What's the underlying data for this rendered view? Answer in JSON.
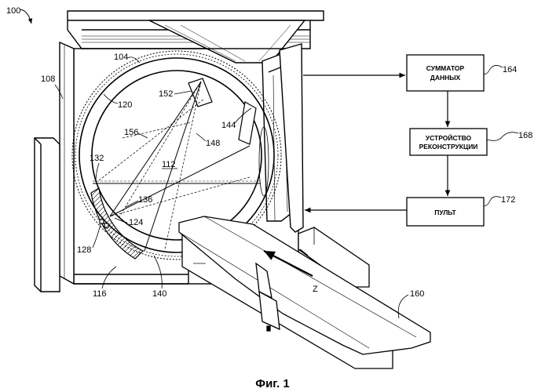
{
  "figure": {
    "caption": "Фиг. 1",
    "system_ref": "100",
    "refs": {
      "r104": "104",
      "r108": "108",
      "r112": "112",
      "r116": "116",
      "r120": "120",
      "r124": "124",
      "r128": "128",
      "r132": "132",
      "r136": "136",
      "r140": "140",
      "r144": "144",
      "r148": "148",
      "r152": "152",
      "r156": "156",
      "r160": "160",
      "z_axis": "Z"
    },
    "blocks": {
      "adder": {
        "line1": "СУММАТОР",
        "line2": "ДАННЫХ",
        "ref": "164"
      },
      "recon": {
        "line1": "УСТРОЙСТВО",
        "line2": "РЕКОНСТРУКЦИИ",
        "ref": "168"
      },
      "console": {
        "line1": "ПУЛЬТ",
        "ref": "172"
      }
    }
  }
}
